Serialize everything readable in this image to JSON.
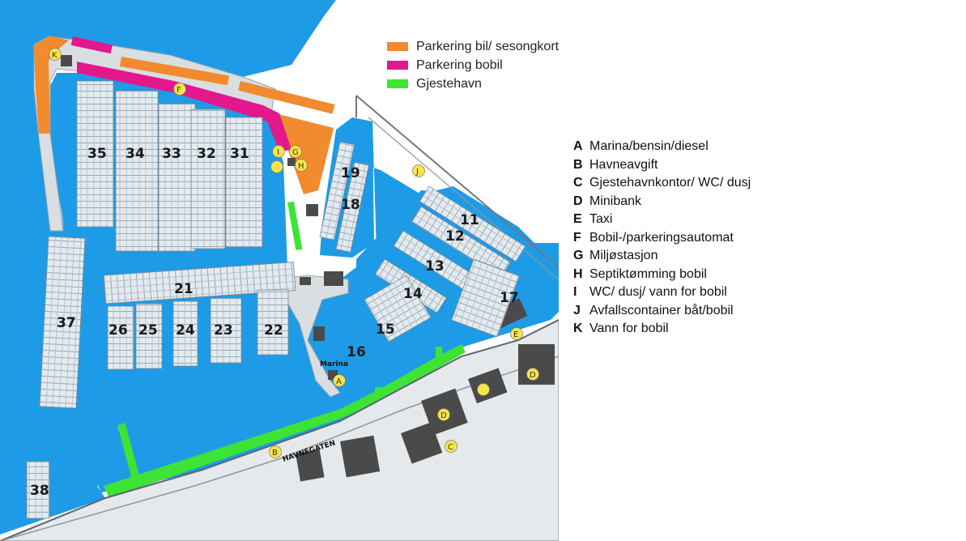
{
  "legend": [
    {
      "label": "Parkering bil/ sesongkort",
      "color": "#f28a2e"
    },
    {
      "label": "Parkering bobil",
      "color": "#e2188c"
    },
    {
      "label": "Gjestehavn",
      "color": "#3ee336"
    }
  ],
  "key": [
    {
      "letter": "A",
      "text": "Marina/bensin/diesel"
    },
    {
      "letter": "B",
      "text": "Havneavgift"
    },
    {
      "letter": "C",
      "text": "Gjestehavnkontor/ WC/ dusj"
    },
    {
      "letter": "D",
      "text": "Minibank"
    },
    {
      "letter": "E",
      "text": "Taxi"
    },
    {
      "letter": "F",
      "text": "Bobil-/parkeringsautomat"
    },
    {
      "letter": "G",
      "text": "Miljøstasjon"
    },
    {
      "letter": "H",
      "text": "Septiktømming bobil"
    },
    {
      "letter": "I",
      "text": "WC/ dusj/ vann for bobil"
    },
    {
      "letter": "J",
      "text": "Avfallscontainer båt/bobil"
    },
    {
      "letter": "K",
      "text": "Vann for bobil"
    }
  ],
  "map": {
    "water_color": "#1e9be6",
    "docks": [
      "35",
      "34",
      "33",
      "32",
      "31",
      "19",
      "18",
      "11",
      "12",
      "13",
      "14",
      "15",
      "16",
      "17",
      "21",
      "26",
      "25",
      "24",
      "23",
      "22",
      "37",
      "38"
    ],
    "markers": [
      "K",
      "F",
      "I",
      "G",
      "H",
      "J",
      "E",
      "D",
      "D",
      "C",
      "B",
      "A"
    ],
    "labels": {
      "marina": "Marina",
      "street": "HAVNEGATEN"
    }
  }
}
